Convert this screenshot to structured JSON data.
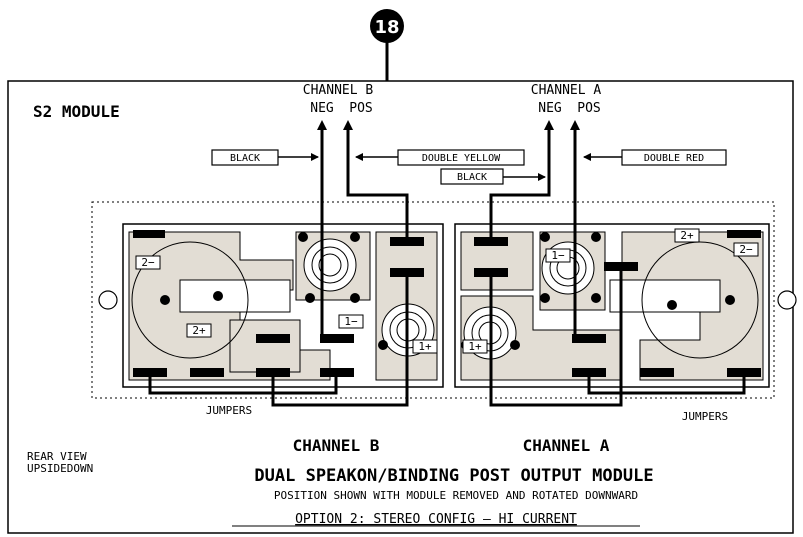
{
  "callout": {
    "number": "18"
  },
  "module_label": "S2 MODULE",
  "channel_b": {
    "title": "CHANNEL B",
    "neg": "NEG",
    "pos": "POS"
  },
  "channel_a": {
    "title": "CHANNEL A",
    "neg": "NEG",
    "pos": "POS"
  },
  "wire_labels": {
    "black_b": "BLACK",
    "double_yellow": "DOUBLE YELLOW",
    "black_a": "BLACK",
    "double_red": "DOUBLE RED"
  },
  "terminal_labels": {
    "left_2_minus": "2−",
    "left_2_plus": "2+",
    "left_1_minus": "1−",
    "left_1_plus": "1+",
    "right_1_plus": "1+",
    "right_1_minus": "1−",
    "right_2_plus": "2+",
    "right_2_minus": "2−"
  },
  "jumpers": {
    "left": "JUMPERS",
    "right": "JUMPERS"
  },
  "rear_view": {
    "line1": "REAR VIEW",
    "line2": "UPSIDEDOWN"
  },
  "footer": {
    "channel_b": "CHANNEL B",
    "channel_a": "CHANNEL A",
    "title": "DUAL SPEAKON/BINDING POST OUTPUT MODULE",
    "subtitle": "POSITION SHOWN WITH MODULE REMOVED AND ROTATED DOWNWARD",
    "option": "OPTION 2: STEREO CONFIG – HI CURRENT"
  },
  "colors": {
    "board": "#e2ddd4",
    "ink": "#000000",
    "background": "#ffffff"
  }
}
